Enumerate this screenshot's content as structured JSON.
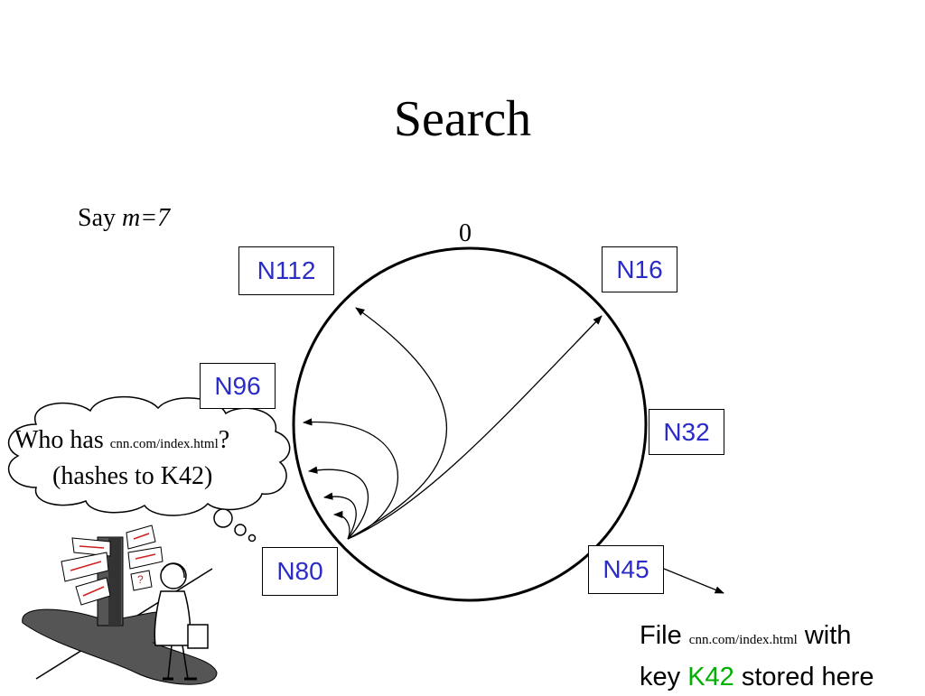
{
  "slide": {
    "title": "Search",
    "say_prefix": "Say ",
    "say_expr": "m=7",
    "zero_label": "0"
  },
  "nodes": {
    "n112": "N112",
    "n16": "N16",
    "n96": "N96",
    "n32": "N32",
    "n80": "N80",
    "n45": "N45"
  },
  "query": {
    "prefix": "Who has ",
    "file": "cnn.com/index.html",
    "suffix": "?",
    "hash_note": "(hashes to K42)"
  },
  "storage": {
    "file_prefix": "File ",
    "file": "cnn.com/index.html",
    "with": " with",
    "key_prefix": "key ",
    "key": "K42",
    "suffix": " stored here"
  },
  "colors": {
    "node_text": "#2b2bc8",
    "key_text": "#00b000",
    "ring": "#000000"
  },
  "icons": {
    "thought_cloud": "thought-cloud-icon",
    "confused_person": "confused-person-at-signpost-icon"
  }
}
